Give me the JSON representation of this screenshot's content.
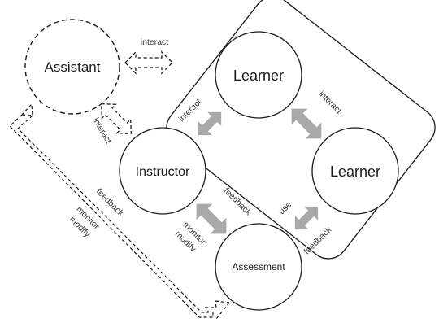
{
  "nodes": {
    "assistant": "Assistant",
    "learner_top": "Learner",
    "learner_bottom": "Learner",
    "instructor": "Instructor",
    "assessment": "Assessment"
  },
  "edges": {
    "assistant_learners": "interact",
    "assistant_instructor": "interact",
    "instructor_learner": "interact",
    "learner_learner": "interact",
    "instructor_assessment_a": "feedback",
    "instructor_assessment_b": "monitor",
    "instructor_assessment_c": "modify",
    "learner_assessment_a": "use",
    "learner_assessment_b": "feedback",
    "assessment_assistant_a": "feedback",
    "assessment_assistant_b": "monitor",
    "assessment_assistant_c": "modify"
  },
  "colors": {
    "stroke": "#1a1a1a",
    "solid_arrow": "#a9a9a9"
  }
}
